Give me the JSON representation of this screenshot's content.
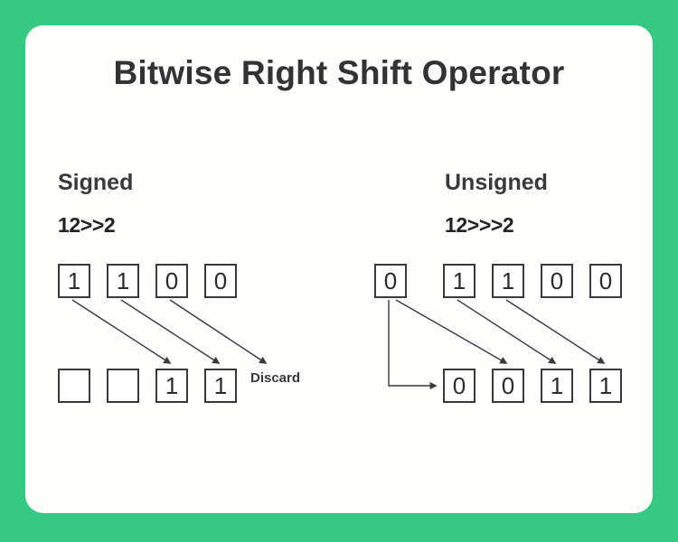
{
  "theme": {
    "background_green": "#35c984",
    "card_background": "#fdfdfc",
    "text_dark": "#333333",
    "box_border": "#3a3a3a",
    "arrow_color": "#3a3a3a"
  },
  "title": "Bitwise Right Shift Operator",
  "sections": [
    {
      "id": "signed",
      "label": "Signed",
      "expression": "12>>2",
      "input_bits": [
        "1",
        "1",
        "0",
        "0"
      ],
      "output_bits": [
        "",
        "",
        "1",
        "1"
      ],
      "discard_label": "Discard",
      "has_sign_fill_arrow": false
    },
    {
      "id": "unsigned",
      "label": "Unsigned",
      "expression": "12>>>2",
      "sign_bit": "0",
      "input_bits": [
        "1",
        "1",
        "0",
        "0"
      ],
      "output_bits": [
        "0",
        "0",
        "1",
        "1"
      ],
      "discard_label": "",
      "has_sign_fill_arrow": true
    }
  ]
}
